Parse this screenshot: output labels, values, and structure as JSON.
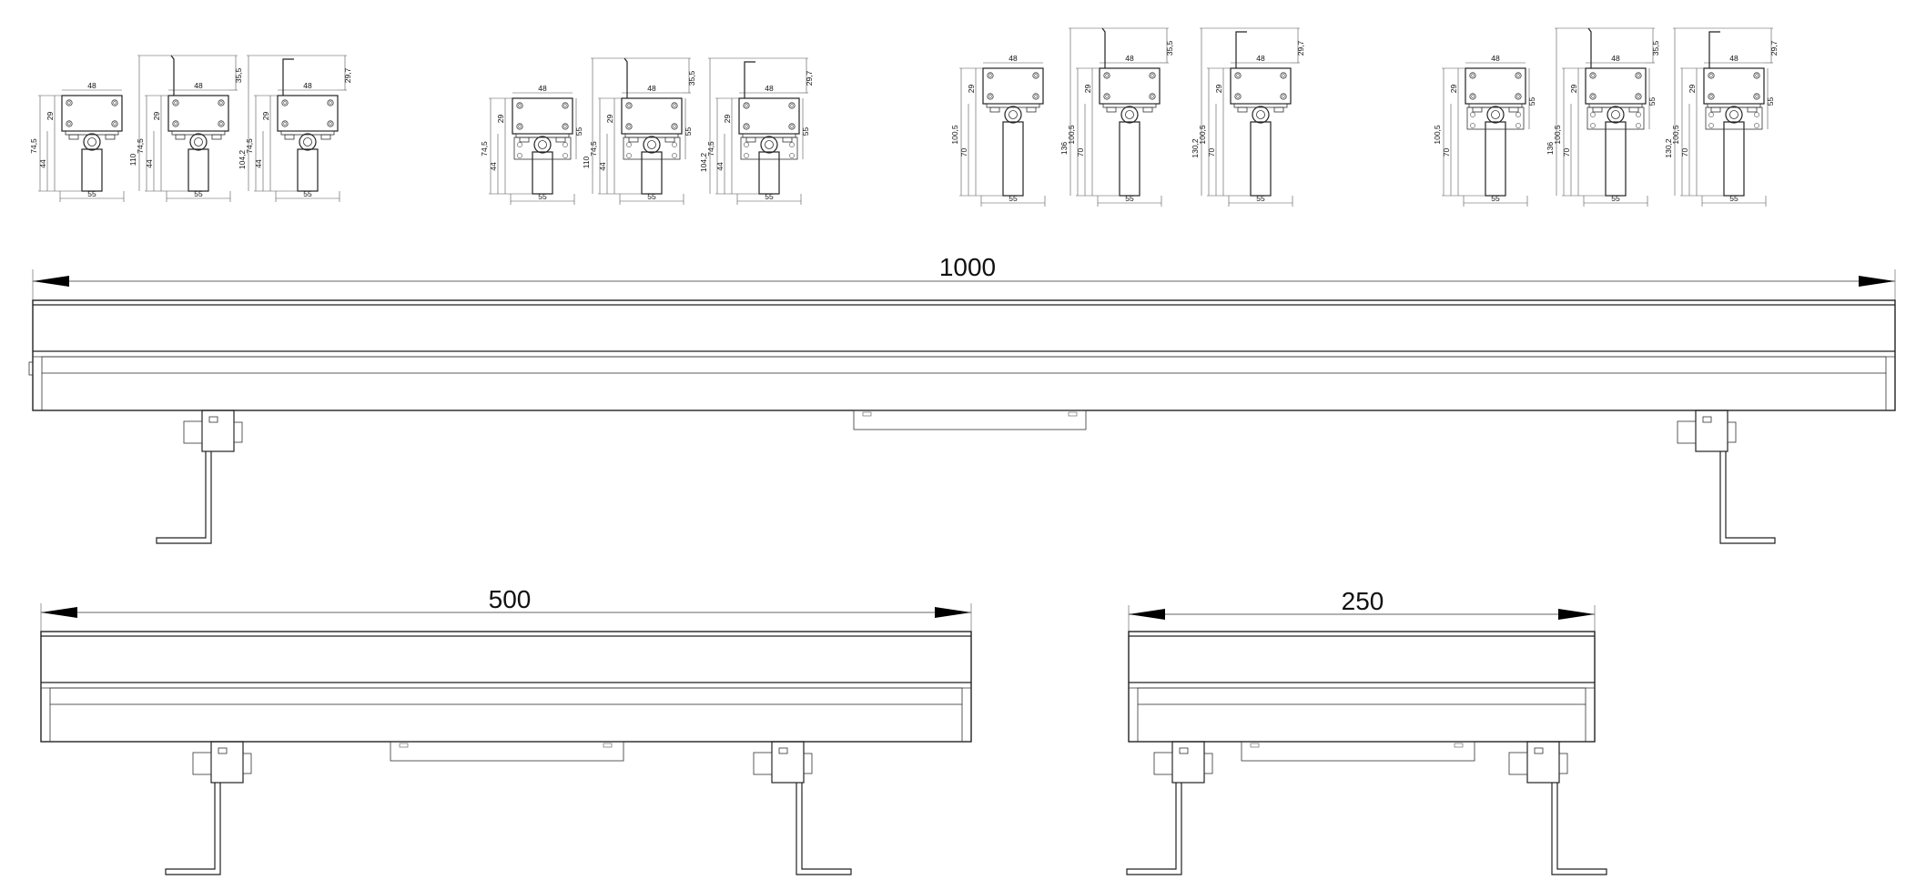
{
  "main_dimensions": {
    "length_1000": "1000",
    "length_500": "500",
    "length_250": "250"
  },
  "section_groups": [
    {
      "views": [
        {
          "w_top": "48",
          "h_plate": "29",
          "h_total": "74,5",
          "h_low": "44",
          "w_base": "55"
        },
        {
          "w_top": "48",
          "h_plate": "29",
          "h_total": "74,5",
          "h_low": "44",
          "w_base": "55",
          "h_extra": "110",
          "h_tab": "35,5"
        },
        {
          "w_top": "48",
          "h_plate": "29",
          "h_total": "74,5",
          "h_low": "44",
          "w_base": "55",
          "h_extra": "104,2",
          "h_tab": "29,7"
        }
      ]
    },
    {
      "views": [
        {
          "w_top": "48",
          "h_plate": "29",
          "h_total": "74,5",
          "h_low": "44",
          "w_base": "55",
          "h_side": "55"
        },
        {
          "w_top": "48",
          "h_plate": "29",
          "h_total": "74,5",
          "h_low": "44",
          "w_base": "55",
          "h_side": "55",
          "h_extra": "110",
          "h_tab": "35,5"
        },
        {
          "w_top": "48",
          "h_plate": "29",
          "h_total": "74,5",
          "h_low": "44",
          "w_base": "55",
          "h_side": "55",
          "h_extra": "104,2",
          "h_tab": "29,7"
        }
      ]
    },
    {
      "views": [
        {
          "w_top": "48",
          "h_plate": "29",
          "h_total": "100,5",
          "h_low": "70",
          "w_base": "55"
        },
        {
          "w_top": "48",
          "h_plate": "29",
          "h_total": "100,5",
          "h_low": "70",
          "w_base": "55",
          "h_extra": "136",
          "h_tab": "35,5"
        },
        {
          "w_top": "48",
          "h_plate": "29",
          "h_total": "100,5",
          "h_low": "70",
          "w_base": "55",
          "h_extra": "130,2",
          "h_tab": "29,7"
        }
      ]
    },
    {
      "views": [
        {
          "w_top": "48",
          "h_plate": "29",
          "h_total": "100,5",
          "h_low": "70",
          "w_base": "55",
          "h_side": "55"
        },
        {
          "w_top": "48",
          "h_plate": "29",
          "h_total": "100,5",
          "h_low": "70",
          "w_base": "55",
          "h_side": "55",
          "h_extra": "136",
          "h_tab": "35,5"
        },
        {
          "w_top": "48",
          "h_plate": "29",
          "h_total": "100,5",
          "h_low": "70",
          "w_base": "55",
          "h_side": "55",
          "h_extra": "130,2",
          "h_tab": "29,7"
        }
      ]
    }
  ]
}
